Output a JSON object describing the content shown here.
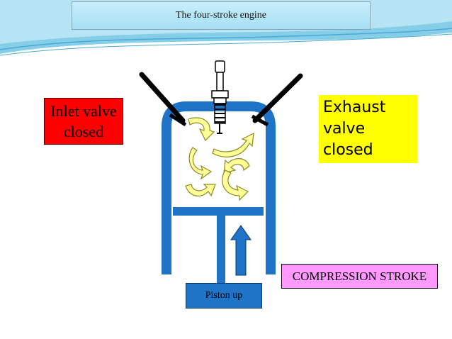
{
  "title": "The four-stroke engine",
  "labels": {
    "inlet_line1": "Inlet valve",
    "inlet_line2": "closed",
    "exhaust_line1": "Exhaust",
    "exhaust_line2": "valve",
    "exhaust_line3": "closed",
    "stroke": "COMPRESSION STROKE",
    "piston": "Piston up"
  },
  "colors": {
    "cylinder": "#1f74c8",
    "inlet_box": "#ff0000",
    "exhaust_box": "#ffff00",
    "stroke_box": "#ff99ff",
    "swirl": "#ffff99",
    "header_band": "#a6dff3"
  }
}
